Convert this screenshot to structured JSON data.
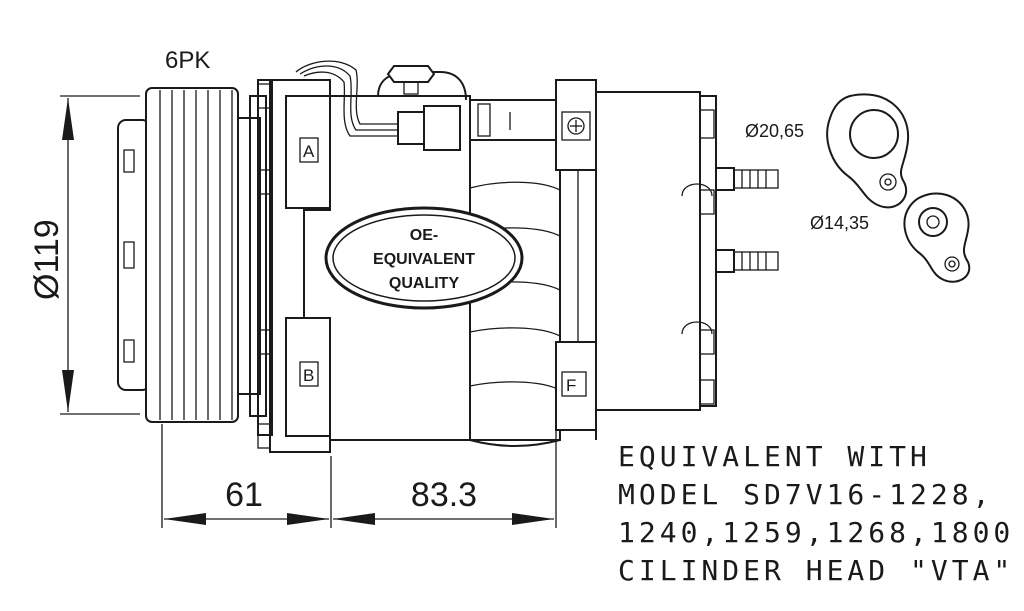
{
  "labels": {
    "belt": "6PK",
    "pulley_diameter": "Ø119",
    "dim_left": "61",
    "dim_right": "83.3",
    "seal_large": "Ø20,65",
    "seal_small": "Ø14,35",
    "port_a": "A",
    "port_b": "B",
    "port_f": "F"
  },
  "badge": {
    "line1": "OE-",
    "line2": "EQUIVALENT",
    "line3": "QUALITY"
  },
  "note": {
    "line1": "EQUIVALENT WITH",
    "line2": "MODEL SD7V16-1228,",
    "line3": "1240,1259,1268,1800",
    "line4": "CILINDER HEAD \"VTA\""
  }
}
